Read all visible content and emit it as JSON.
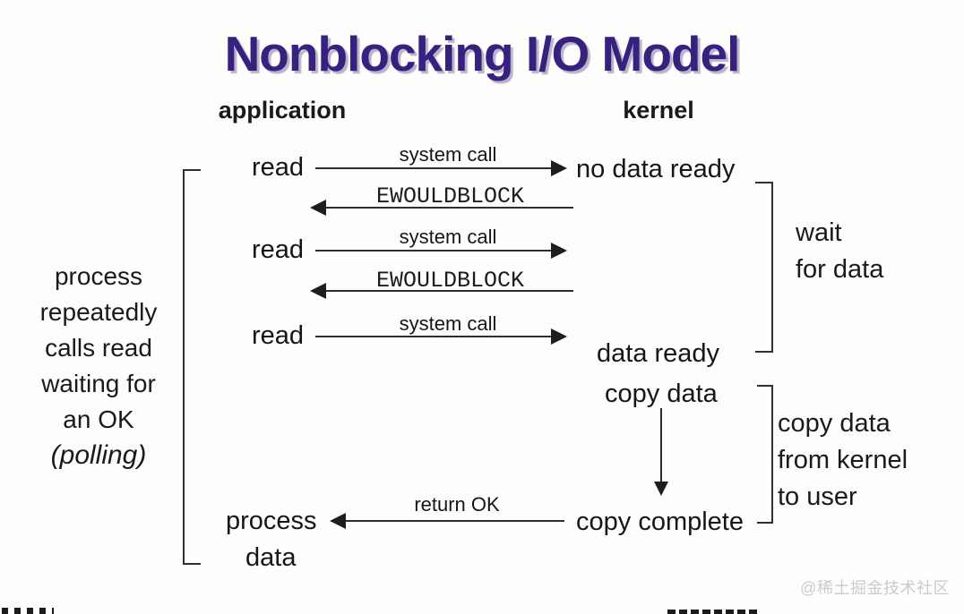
{
  "title": "Nonblocking I/O Model",
  "headers": {
    "application": "application",
    "kernel": "kernel"
  },
  "sequence": {
    "read1": "read",
    "read2": "read",
    "read3": "read",
    "syscall1": "system call",
    "syscall2": "system call",
    "syscall3": "system call",
    "ewouldblock1": "EWOULDBLOCK",
    "ewouldblock2": "EWOULDBLOCK",
    "no_data_ready": "no data ready",
    "data_ready": "data ready",
    "copy_data": "copy data",
    "copy_complete": "copy complete",
    "return_ok": "return OK",
    "process": "process",
    "process_data": "data"
  },
  "annotations": {
    "polling": {
      "l1": "process",
      "l2": "repeatedly",
      "l3": "calls read",
      "l4": "waiting for",
      "l5": "an OK",
      "l6": "(polling)"
    },
    "wait": {
      "l1": "wait",
      "l2": "for data"
    },
    "copy": {
      "l1": "copy data",
      "l2": "from kernel",
      "l3": "to user"
    }
  },
  "watermark": "@稀土掘金技术社区",
  "colors": {
    "title": "#38207e",
    "text": "#1a1a1a",
    "arrow": "#2e2e2e",
    "watermark": "#cbcbcb"
  }
}
